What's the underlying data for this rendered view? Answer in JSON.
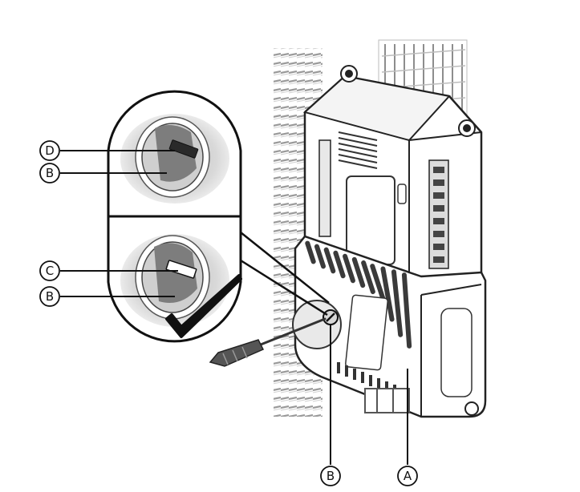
{
  "callouts": {
    "d_top": "D",
    "b_top": "B",
    "c_mid": "C",
    "b_mid": "B",
    "b_bottom": "B",
    "a_bottom": "A"
  },
  "icons": {
    "check": "checkmark-icon",
    "screwdriver": "screwdriver-icon"
  }
}
